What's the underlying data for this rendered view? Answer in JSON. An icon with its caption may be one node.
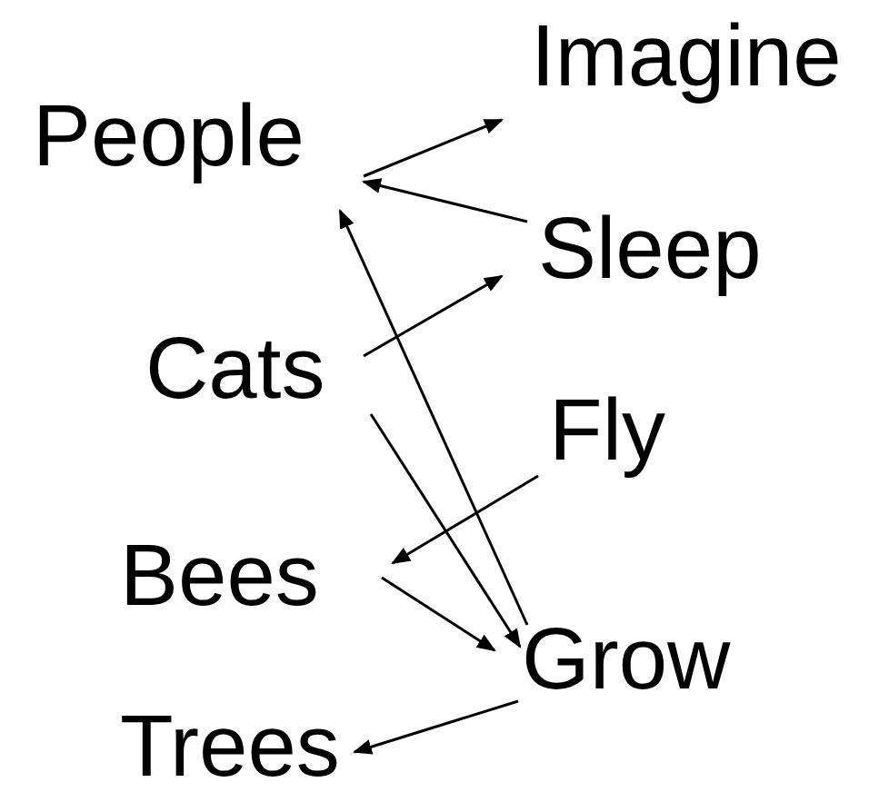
{
  "diagram": {
    "nodes": [
      {
        "text": [
          "People"
        ]
      },
      {
        "text": [
          "Imagine"
        ]
      },
      {
        "text": [
          "Sleep"
        ]
      },
      {
        "text": [
          "Cats"
        ]
      },
      {
        "text": [
          "Fly"
        ]
      },
      {
        "text": [
          "Bees"
        ]
      },
      {
        "text": [
          "Grow"
        ]
      },
      {
        "text": [
          "Trees"
        ]
      }
    ],
    "edges": [
      {
        "from": 0,
        "to": 1,
        "arrow": "to"
      },
      {
        "from": 2,
        "to": 0,
        "arrow": "to"
      },
      {
        "from": 6,
        "to": 0,
        "arrow": "to"
      },
      {
        "from": 3,
        "to": 2,
        "arrow": "to"
      },
      {
        "from": 3,
        "to": 6,
        "arrow": "to"
      },
      {
        "from": 4,
        "to": 5,
        "arrow": "to"
      },
      {
        "from": 5,
        "to": 6,
        "arrow": "to"
      },
      {
        "from": 6,
        "to": 7,
        "arrow": "to"
      }
    ]
  }
}
